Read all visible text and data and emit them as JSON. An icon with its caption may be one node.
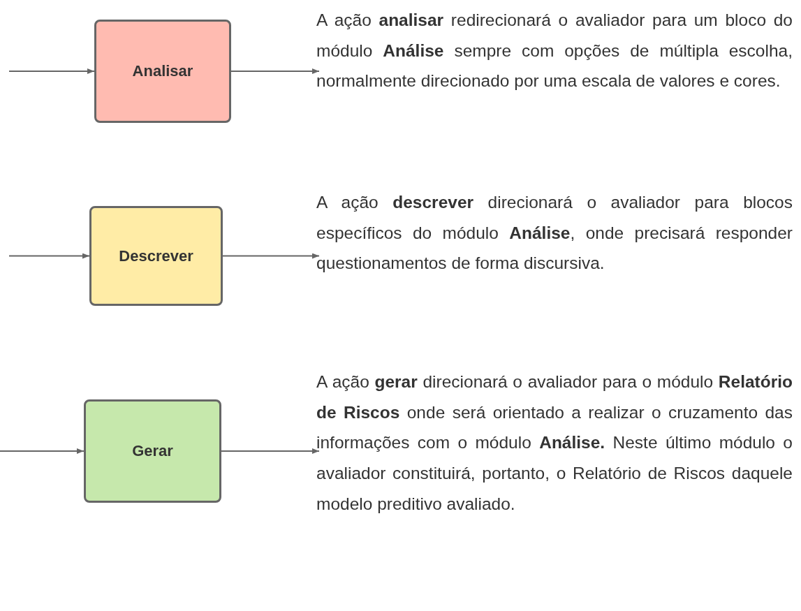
{
  "diagram": {
    "nodes": [
      {
        "text": [
          "Analisar"
        ]
      },
      {
        "text": [
          "A ação **analisar** redirecionará o avaliador para um bloco do módulo **Análise** sempre com opções de múltipla escolha, normalmente direcionado por uma escala de valores e cores."
        ]
      },
      {
        "text": [
          "Descrever"
        ]
      },
      {
        "text": [
          "A ação **descrever** direcionará o avaliador para blocos específicos do módulo **Análise**, onde precisará responder questionamentos de forma discursiva."
        ]
      },
      {
        "text": [
          "Gerar"
        ]
      },
      {
        "text": [
          "A ação **gerar** direcionará o avaliador para o módulo **Relatório de Riscos** onde será orientado a realizar o cruzamento das informações com o módulo **Análise.** Neste último módulo o avaliador constituirá, portanto, o Relatório de Riscos daquele modelo preditivo avaliado."
        ]
      }
    ],
    "edges": [
      {
        "from": null,
        "to": 0,
        "arrow": "to"
      },
      {
        "from": 0,
        "to": 1,
        "arrow": "to"
      },
      {
        "from": null,
        "to": 2,
        "arrow": "to"
      },
      {
        "from": 2,
        "to": 3,
        "arrow": "to"
      },
      {
        "from": null,
        "to": 4,
        "arrow": "to"
      },
      {
        "from": 4,
        "to": 5,
        "arrow": "to"
      }
    ]
  }
}
